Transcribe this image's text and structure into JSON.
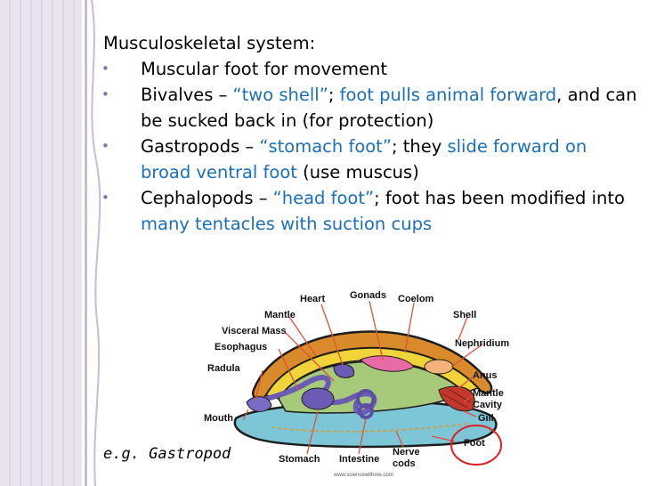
{
  "slide": {
    "heading": "Musculoskeletal system:",
    "bullets": [
      {
        "segments": [
          {
            "text": "Muscular foot for movement",
            "hl": false
          }
        ]
      },
      {
        "segments": [
          {
            "text": "Bivalves – ",
            "hl": false
          },
          {
            "text": "“two shell”",
            "hl": true
          },
          {
            "text": "; ",
            "hl": false
          },
          {
            "text": "foot pulls animal forward",
            "hl": true
          },
          {
            "text": ", and can be sucked back in (for protection)",
            "hl": false
          }
        ]
      },
      {
        "segments": [
          {
            "text": "Gastropods – ",
            "hl": false
          },
          {
            "text": "“stomach foot”",
            "hl": true
          },
          {
            "text": "; they ",
            "hl": false
          },
          {
            "text": "slide forward on broad ventral foot",
            "hl": true
          },
          {
            "text": " (use muscus)",
            "hl": false
          }
        ]
      },
      {
        "segments": [
          {
            "text": "Cephalopods – ",
            "hl": false
          },
          {
            "text": "“head foot”",
            "hl": true
          },
          {
            "text": "; foot has been modified into ",
            "hl": false
          },
          {
            "text": "many tentacles with suction cups",
            "hl": true
          }
        ]
      }
    ],
    "bullet_symbol": "•",
    "example_caption": "e.g. Gastropod"
  },
  "diagram": {
    "labels": {
      "heart": "Heart",
      "gonads": "Gonads",
      "coelom": "Coelom",
      "mantle": "Mantle",
      "shell": "Shell",
      "visceral_mass": "Visceral Mass",
      "nephridium": "Nephridium",
      "esophagus": "Esophagus",
      "radula": "Radula",
      "anus": "Anus",
      "mantle_cavity_1": "Mantle",
      "mantle_cavity_2": "Cavity",
      "gill": "Gill",
      "mouth": "Mouth",
      "foot": "Foot",
      "stomach": "Stomach",
      "intestine": "Intestine",
      "nerve_cords_1": "Nerve",
      "nerve_cords_2": "cods"
    },
    "credit": "www.sciencewithme.com"
  },
  "colors": {
    "highlight": "#1b6fb8",
    "bullet": "#7e71a8",
    "shell": "#d98a2b",
    "mantle_band": "#f0d43a",
    "foot_body": "#7cc6d8",
    "visceral": "#a7c97a",
    "digestive": "#6b5bb5",
    "gonads": "#e86aa6",
    "gill": "#c0392b",
    "foot_circle": "#e02020"
  }
}
